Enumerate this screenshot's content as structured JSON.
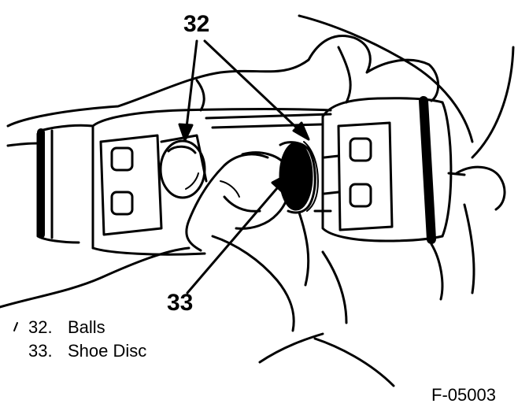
{
  "callouts": [
    {
      "number": "32"
    },
    {
      "number": "33"
    }
  ],
  "legend": [
    {
      "number": "32.",
      "label": "Balls"
    },
    {
      "number": "33.",
      "label": "Shoe Disc"
    }
  ],
  "figure_id": "F-05003",
  "colors": {
    "ink": "#000000",
    "paper": "#ffffff"
  }
}
